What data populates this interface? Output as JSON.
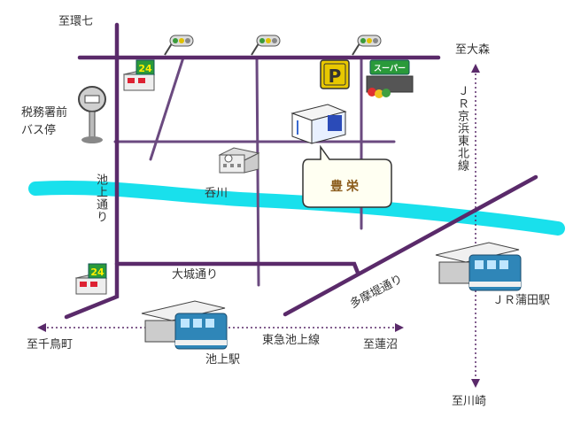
{
  "labels": {
    "to_kan7": "至環七",
    "to_omori": "至大森",
    "jr_keihin_tohoku": "ＪＲ京浜東北線",
    "bus_stop_line1": "税務署前",
    "bus_stop_line2": "バス停",
    "ikegami_dori": "池上通り",
    "nomi_river": "呑川",
    "daijo_dori": "大城通り",
    "tamatsutsumi_dori": "多摩堤通り",
    "jr_kamata_station": "ＪＲ蒲田駅",
    "to_chidoricho": "至千鳥町",
    "tokyu_ikegami_line": "東急池上線",
    "to_hasunuma": "至蓮沼",
    "ikegami_station": "池上駅",
    "to_kawasaki": "至川崎",
    "shop_name": "豊栄",
    "supermarket_sign": "スーパー",
    "convenience_24": "24",
    "parking_sign": "P"
  },
  "colors": {
    "road": "#5a2a6a",
    "thin_road": "#6b4a80",
    "river": "#19e0ec",
    "rail": "#5a2a6a",
    "callout_border": "#333333",
    "callout_fill": "#fffff2",
    "shop_text": "#8a5a1a",
    "parking": "#e8c800",
    "train_blue": "#2f86b8"
  },
  "icons": [
    "traffic-signal-icon",
    "convenience-store-24-icon",
    "bus-stop-icon",
    "parking-icon",
    "supermarket-icon",
    "shop-building-icon",
    "school-building-icon",
    "train-station-icon"
  ]
}
